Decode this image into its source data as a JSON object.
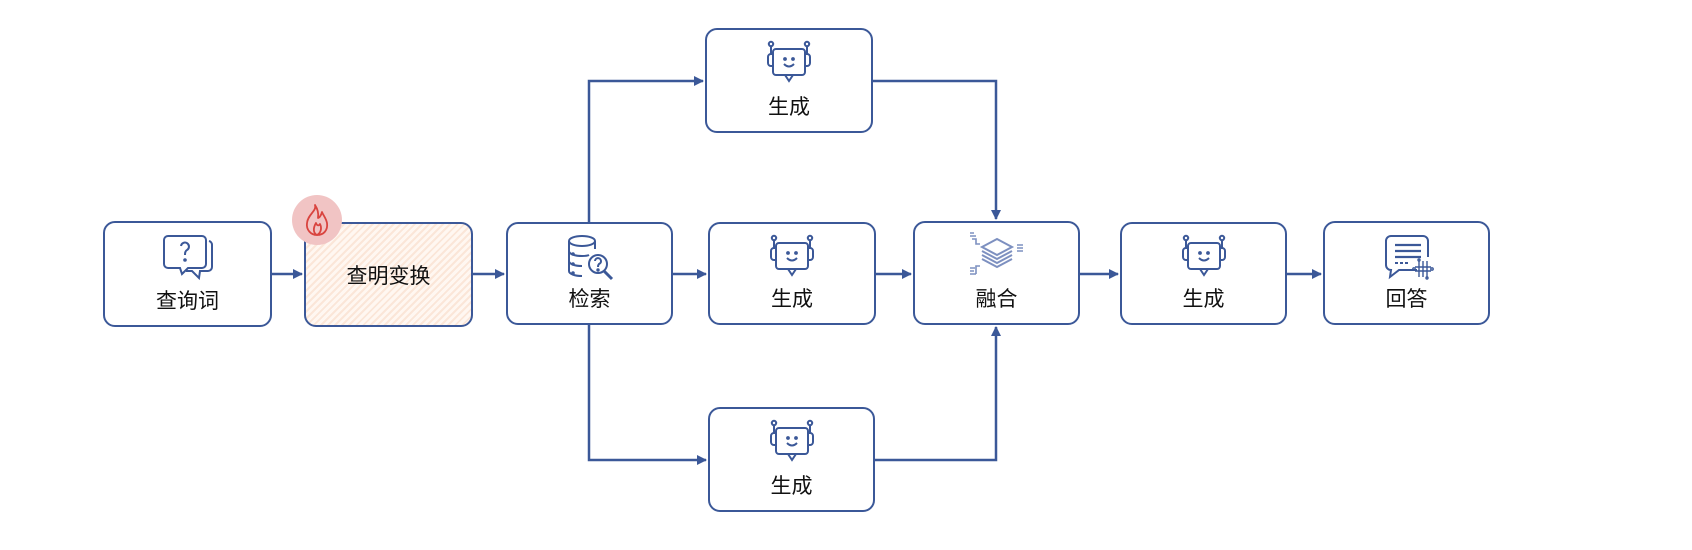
{
  "diagram": {
    "colors": {
      "stroke": "#3b5898",
      "highlight_fill": "#fbe6d8",
      "badge_fill": "#f1c4c4",
      "badge_icon": "#d9443f",
      "text": "#111111"
    },
    "nodes": [
      {
        "id": "query",
        "label": "查询词",
        "icon": "question-chat-icon"
      },
      {
        "id": "query-transform",
        "label": "查明变换",
        "icon": "none",
        "highlighted": true,
        "badge": "fire-icon"
      },
      {
        "id": "retrieve",
        "label": "检索",
        "icon": "database-search-icon"
      },
      {
        "id": "generate-top",
        "label": "生成",
        "icon": "robot-chat-icon"
      },
      {
        "id": "generate-mid",
        "label": "生成",
        "icon": "robot-chat-icon"
      },
      {
        "id": "generate-bottom",
        "label": "生成",
        "icon": "robot-chat-icon"
      },
      {
        "id": "fuse",
        "label": "融合",
        "icon": "layers-icon"
      },
      {
        "id": "generate-final",
        "label": "生成",
        "icon": "robot-chat-icon"
      },
      {
        "id": "answer",
        "label": "回答",
        "icon": "ai-message-icon"
      }
    ],
    "edges": [
      {
        "from": "query",
        "to": "query-transform"
      },
      {
        "from": "query-transform",
        "to": "retrieve"
      },
      {
        "from": "retrieve",
        "to": "generate-top"
      },
      {
        "from": "retrieve",
        "to": "generate-mid"
      },
      {
        "from": "retrieve",
        "to": "generate-bottom"
      },
      {
        "from": "generate-top",
        "to": "fuse"
      },
      {
        "from": "generate-mid",
        "to": "fuse"
      },
      {
        "from": "generate-bottom",
        "to": "fuse"
      },
      {
        "from": "fuse",
        "to": "generate-final"
      },
      {
        "from": "generate-final",
        "to": "answer"
      }
    ]
  }
}
